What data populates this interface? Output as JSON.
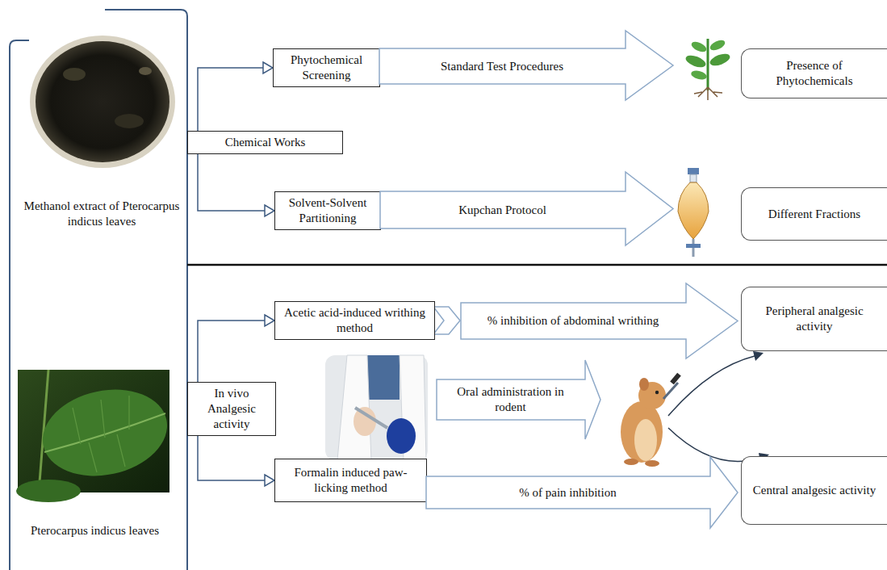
{
  "diagram": {
    "nodes": [
      {
        "text": [
          "Phytochemical Screening"
        ]
      },
      {
        "text": [
          "Standard Test Procedures"
        ]
      },
      {
        "text": [
          "Presence of Phytochemicals"
        ]
      },
      {
        "text": [
          "Chemical Works"
        ]
      },
      {
        "text": [
          "Solvent-Solvent Partitioning"
        ]
      },
      {
        "text": [
          "Kupchan Protocol"
        ]
      },
      {
        "text": [
          "Different Fractions"
        ]
      },
      {
        "text": [
          "Acetic acid-induced writhing method"
        ]
      },
      {
        "text": [
          "% inhibition of abdominal writhing"
        ]
      },
      {
        "text": [
          "Peripheral analgesic activity"
        ]
      },
      {
        "text": [
          "In vivo Analgesic activity"
        ]
      },
      {
        "text": [
          "Oral administration in rodent"
        ]
      },
      {
        "text": [
          "Formalin induced paw-licking method"
        ]
      },
      {
        "text": [
          "% of pain inhibition"
        ]
      },
      {
        "text": [
          "Central analgesic activity"
        ]
      }
    ],
    "edges": [
      {
        "from": 3,
        "to": 0,
        "arrow": "to"
      },
      {
        "from": 3,
        "to": 4,
        "arrow": "to"
      },
      {
        "from": 10,
        "to": 7,
        "arrow": "to"
      },
      {
        "from": 10,
        "to": 12,
        "arrow": "to"
      }
    ],
    "labels": [
      "Methanol extract of Pterocarpus indicus leaves",
      "Pterocarpus indicus leaves"
    ]
  }
}
